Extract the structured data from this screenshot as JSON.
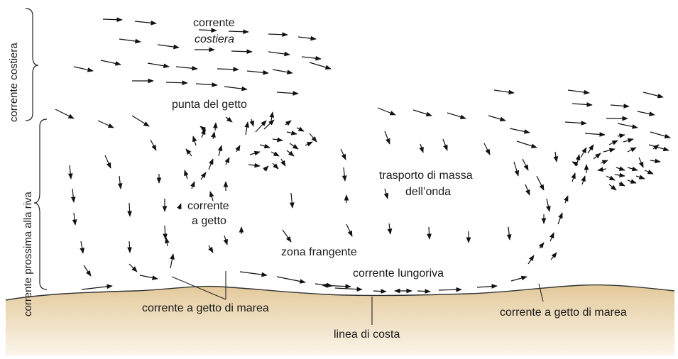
{
  "labels": {
    "coastal_current_line1": "corrente",
    "coastal_current_line2": "costiera",
    "rip_head": "punta del getto",
    "wave_mass_transport_line1": "trasporto di massa",
    "wave_mass_transport_line2": "dell’onda",
    "rip_current_line1": "corrente",
    "rip_current_line2": "a getto",
    "surf_zone": "zona frangente",
    "longshore_current": "corrente lungoriva",
    "tidal_rip_left": "corrente a getto di marea",
    "tidal_rip_right": "corrente a getto di marea",
    "shoreline": "linea di costa",
    "side_coastal_current": "corrente costiera",
    "side_nearshore_current": "corrente prossima alla riva"
  },
  "colors": {
    "beach_top": "#e3c99a",
    "beach_bottom": "#fbf5ea",
    "arrow": "#111111",
    "text": "#1a1a1a"
  }
}
